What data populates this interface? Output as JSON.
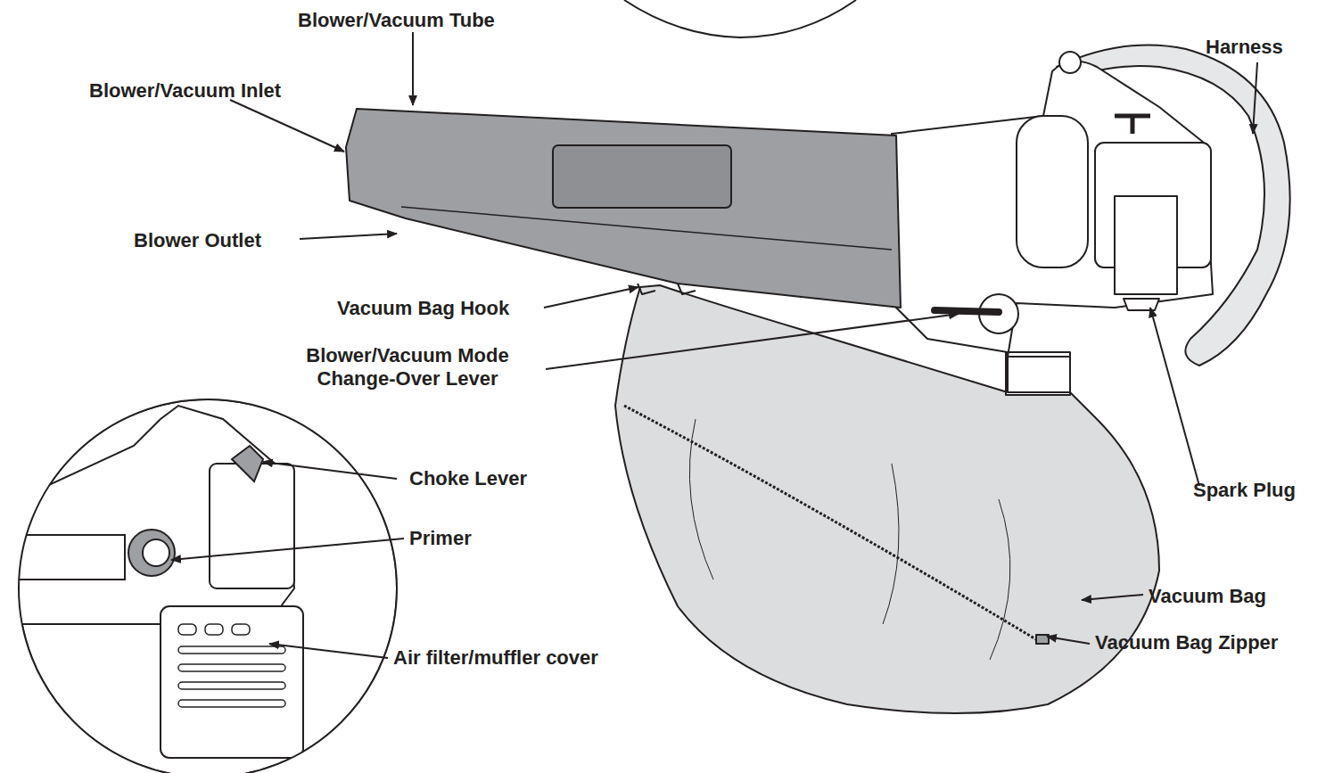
{
  "diagram": {
    "labels": [
      "Blower/Vacuum Tube",
      "Harness",
      "Blower/Vacuum Inlet",
      "Blower Outlet",
      "Vacuum Bag Hook",
      "Blower/Vacuum Mode Change-Over Lever",
      "Choke Lever",
      "Primer",
      "Air filter/muffler cover",
      "Spark Plug",
      "Vacuum Bag",
      "Vacuum Bag Zipper"
    ]
  }
}
